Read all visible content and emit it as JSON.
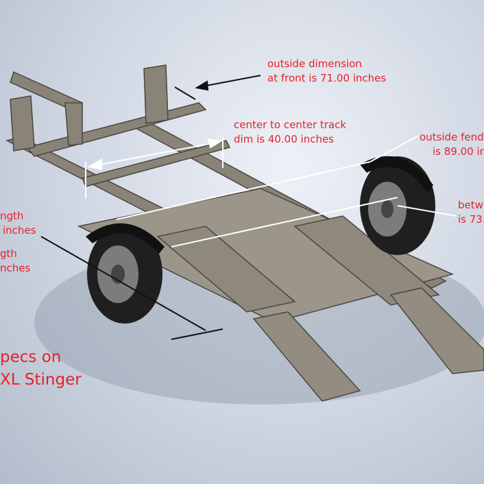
{
  "annotations": {
    "front_width": [
      "outside dimension",
      "at front is 71.00 inches"
    ],
    "track_center": [
      "center to center track",
      "dim is 40.00 inches"
    ],
    "fender_width": [
      "outside fend",
      "is 89.00 in"
    ],
    "between": [
      "betw",
      "is 73."
    ],
    "length_1": [
      "ngth",
      "inches"
    ],
    "length_2": [
      "gth",
      "nches"
    ],
    "title": [
      "pecs on",
      "XL Stinger"
    ]
  },
  "colors": {
    "annotation": "#e8202a",
    "frame": "#8a8378",
    "tire": "#1f1f1f"
  }
}
